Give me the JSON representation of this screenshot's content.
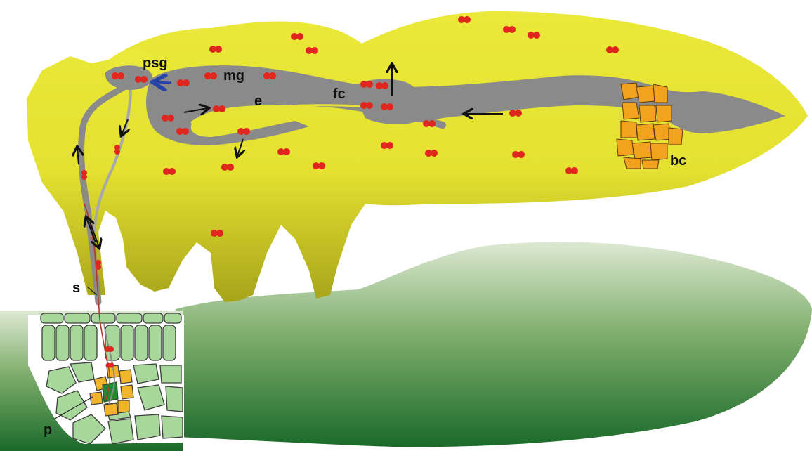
{
  "labels": {
    "psg": "psg",
    "mg": "mg",
    "e": "e",
    "fc": "fc",
    "bc": "bc",
    "s": "s",
    "p": "p"
  },
  "colors": {
    "insect_top": "#e9e637",
    "insect_bottom": "#a9a61b",
    "gut": "#8a8a8a",
    "stylet": "#a8a8a8",
    "bacteria_pair": "#e0261f",
    "bacteriocyte": "#f2a21d",
    "leaf_top": "#d8e8cf",
    "leaf_bottom": "#1b6b2b",
    "cell_fill": "#a8d79b",
    "cell_stroke": "#3d3d3d",
    "phloem_cell": "#f0b52b",
    "sieve_tube": "#1f8a2d",
    "arrow": "#111111",
    "arrow_highlight": "#2442a8"
  }
}
